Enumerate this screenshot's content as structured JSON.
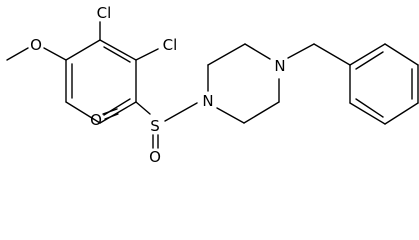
{
  "molecule": {
    "atoms": {
      "cl_top": "Cl",
      "cl_right": "Cl",
      "oxygen_methoxy": "O",
      "sulfur": "S",
      "oxygen_sulfonyl_top": "O",
      "oxygen_sulfonyl_bottom": "O",
      "nitrogen_left": "N",
      "nitrogen_right": "N"
    }
  }
}
